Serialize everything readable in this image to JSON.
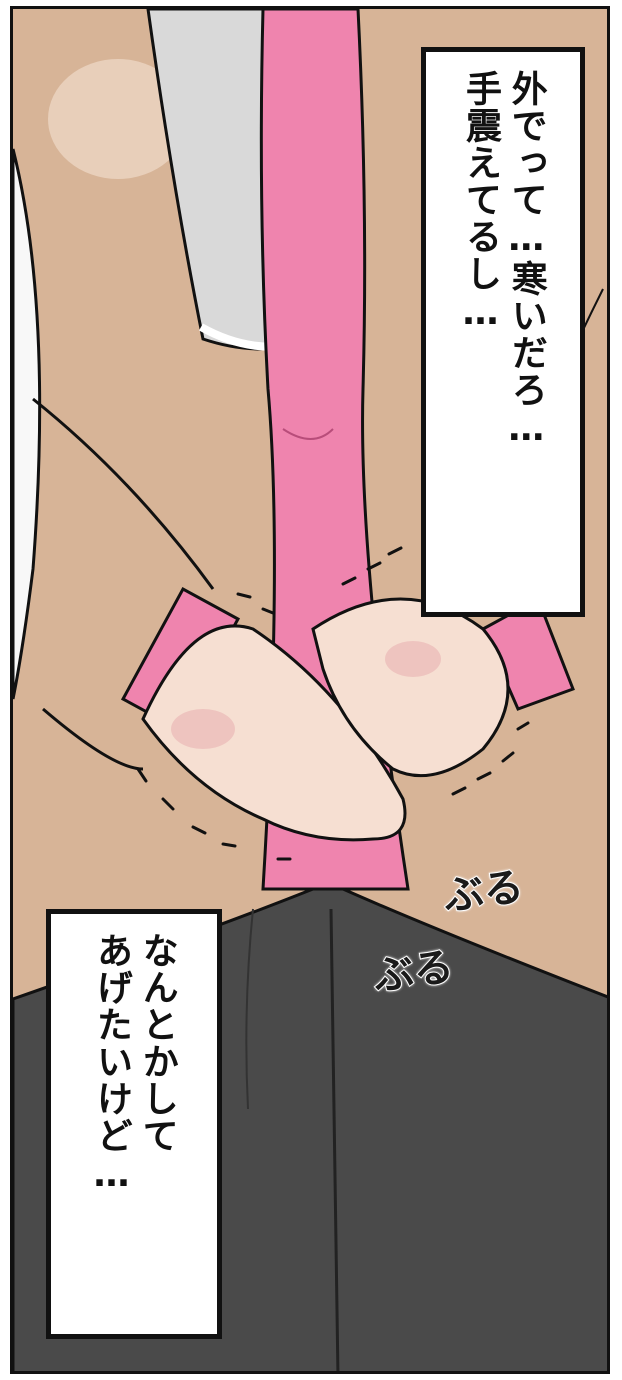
{
  "captions": {
    "top": {
      "lines": [
        "外でって…寒いだろ…",
        "手震えてるし…"
      ]
    },
    "bottom": {
      "lines": [
        "なんとかして",
        "あげたいけど…"
      ]
    }
  },
  "sfx": {
    "lines": [
      "ぶる",
      "ぶる"
    ]
  },
  "colors": {
    "skin_bg": "#d7b497",
    "pink": "#ef84ae",
    "dark": "#4a4a4a",
    "hand": "#f6dfd2",
    "white_sleeve": "#d9d9d9"
  }
}
